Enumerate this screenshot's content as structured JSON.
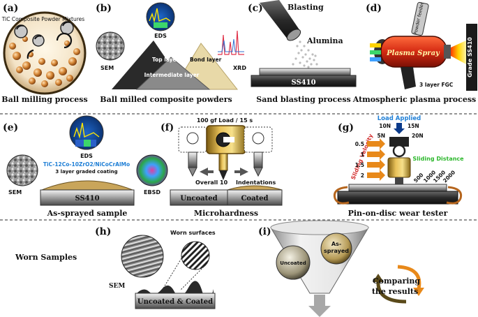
{
  "panels": {
    "a": {
      "label": "(a)",
      "mixture_label": "TiC Composite Powder Mixtures",
      "caption": "Ball milling process"
    },
    "b": {
      "label": "(b)",
      "eds": "EDS",
      "sem": "SEM",
      "top_layer": "Top layer",
      "bond_layer": "Bond layer",
      "intermediate_layer": "Intermediate layer",
      "xrd": "XRD",
      "caption": "Ball milled composite powders"
    },
    "c": {
      "label": "(c)",
      "blasting": "Blasting",
      "alumina": "Alumina",
      "substrate": "SS410",
      "caption": "Sand blasting process"
    },
    "d": {
      "label": "(d)",
      "powder_feeder": "Powder feeder",
      "plasma_spray": "Plasma Spray",
      "fgc": "3 layer FGC",
      "grade": "Grade SS410",
      "caption": "Atmospheric plasma process"
    },
    "e": {
      "label": "(e)",
      "eds": "EDS",
      "sem": "SEM",
      "ebsd": "EBSD",
      "coating": "TiC-12Co-10ZrO2/NiCoCrAlMo",
      "coating_sub": "3 layer graded coating",
      "substrate": "SS410",
      "caption": "As-sprayed sample"
    },
    "f": {
      "label": "(f)",
      "load": "100 gf Load / 15 s",
      "overall": "Overall 10",
      "indentations": "Indentations",
      "uncoated": "Uncoated",
      "coated": "Coated",
      "caption": "Microhardness"
    },
    "g": {
      "label": "(g)",
      "load_applied": "Load Applied",
      "loads": [
        "10N",
        "15N",
        "5N",
        "20N"
      ],
      "sliding_velocity": "Sliding Velocity",
      "velocities": [
        "0.5",
        "1",
        "1.5",
        "2"
      ],
      "sliding_distance": "Sliding Distance",
      "distances": [
        "500",
        "1000",
        "1500",
        "2000"
      ],
      "caption": "Pin-on-disc wear tester"
    },
    "h": {
      "label": "(h)",
      "worn_samples": "Worn Samples",
      "worn_surfaces": "Worn surfaces",
      "sem": "SEM",
      "sample": "Uncoated & Coated"
    },
    "i": {
      "label": "(i)",
      "uncoated": "Uncoated",
      "as_sprayed_1": "As-",
      "as_sprayed_2": "sprayed",
      "compare_1": "Comparing",
      "compare_2": "the results"
    }
  },
  "colors": {
    "eds_blue": "#1565c0",
    "coating_text": "#1f7fd6",
    "sliding_velocity": "#d32f2f",
    "sliding_distance": "#2eb82e",
    "arrow_orange": "#e8891a"
  }
}
